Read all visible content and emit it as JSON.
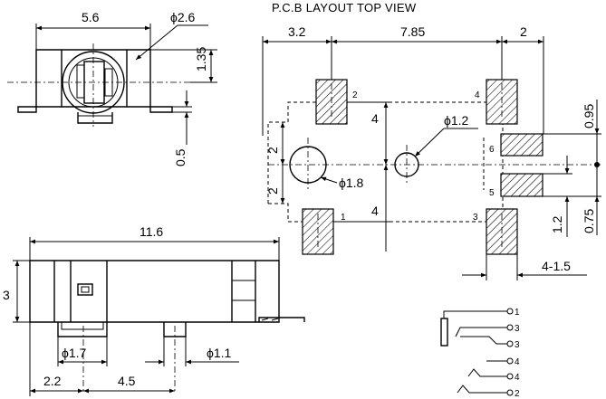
{
  "title": "P.C.B LAYOUT TOP VIEW",
  "top_view": {
    "width": "5.6",
    "hole_dia": "ϕ2.6",
    "height": "1.35",
    "lead": "0.5"
  },
  "side_view": {
    "length": "11.6",
    "height": "3",
    "post1_dia": "ϕ1.7",
    "post2_dia": "ϕ1.1",
    "offset1": "2.2",
    "offset2": "4.5"
  },
  "pcb_layout": {
    "dim_left": "3.2",
    "dim_mid": "7.85",
    "dim_right": "2",
    "vert_upper": "4",
    "vert_lower": "4",
    "vert_small_upper": "2",
    "vert_small_lower": "2",
    "hole_large": "ϕ1.8",
    "hole_small": "ϕ1.2",
    "right_top": "0.95",
    "right_bottom": "0.75",
    "right_mid": "1.2",
    "pad_width": "4-1.5",
    "pads": [
      "1",
      "2",
      "3",
      "4",
      "5",
      "6"
    ]
  },
  "schematic": {
    "terminals": [
      "1",
      "3",
      "3",
      "4",
      "4",
      "2"
    ]
  }
}
